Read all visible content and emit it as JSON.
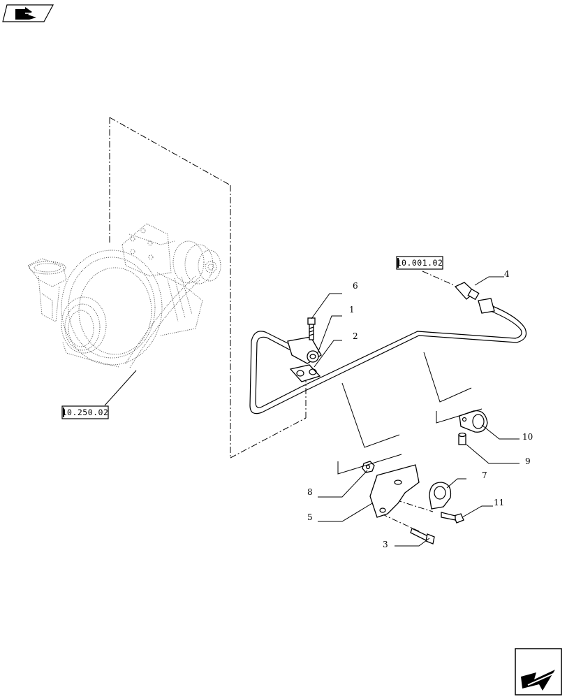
{
  "reference_boxes": {
    "pipe_ref": "10.001.02",
    "turbo_ref": "10.250.02"
  },
  "callouts": [
    "1",
    "2",
    "3",
    "4",
    "5",
    "6",
    "7",
    "8",
    "9",
    "10",
    "11"
  ],
  "icons": {
    "top_left": "book-arrow-icon",
    "bottom_right": "next-page-arrow-icon"
  }
}
